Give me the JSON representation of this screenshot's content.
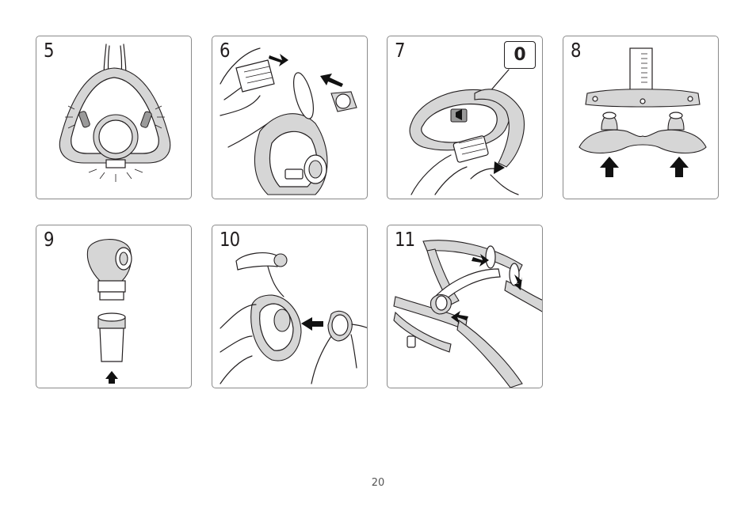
{
  "steps": [
    {
      "number": "5"
    },
    {
      "number": "6"
    },
    {
      "number": "7",
      "dial_label": "0"
    },
    {
      "number": "8"
    },
    {
      "number": "9"
    },
    {
      "number": "10"
    },
    {
      "number": "11"
    }
  ],
  "page_number": "20"
}
